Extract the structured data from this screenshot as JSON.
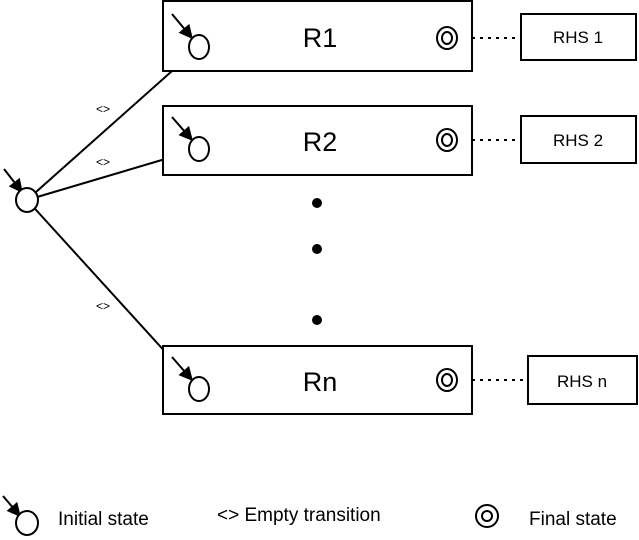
{
  "rules": [
    {
      "label": "R1",
      "rhs": "RHS 1"
    },
    {
      "label": "R2",
      "rhs": "RHS 2"
    },
    {
      "label": "Rn",
      "rhs": "RHS n"
    }
  ],
  "edges": [
    {
      "label": "<>"
    },
    {
      "label": "<>"
    },
    {
      "label": "<>"
    }
  ],
  "legend": {
    "initial": "Initial state",
    "empty": "<> Empty transition",
    "final": "Final state"
  },
  "colors": {
    "stroke": "#000000",
    "background": "#ffffff"
  }
}
